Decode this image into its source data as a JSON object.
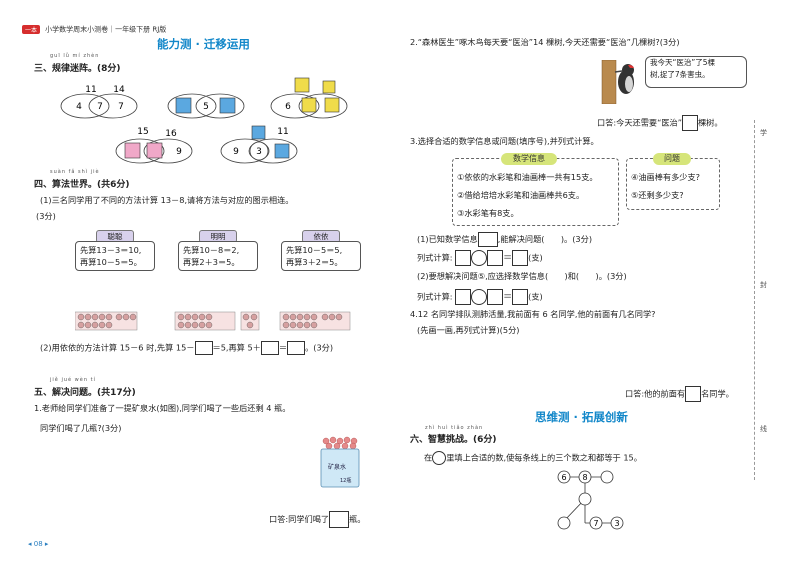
{
  "header": {
    "logo": "一本",
    "title": "小学数学周末小测卷｜一年级下册 RJ版"
  },
  "titles": {
    "left": "能力测 · 迁移运用",
    "right": "思维测 · 拓展创新"
  },
  "section3": {
    "pinyin": "guī lǜ mí zhèn",
    "title": "三、规律迷阵。(8分)",
    "v1": {
      "top_left": "11",
      "top_right": "14",
      "left": "4",
      "mid": "7",
      "right": "7"
    },
    "v2": {
      "mid": "5"
    },
    "v3": {
      "left": "6"
    },
    "v4": {
      "top_left": "15",
      "top_right": "16",
      "right": "9"
    },
    "v5": {
      "top_right": "11",
      "left": "9",
      "mid": "3"
    }
  },
  "section4": {
    "pinyin": "suàn fǎ shì jiè",
    "title": "四、算法世界。(共6分)",
    "q1": "(1)三名同学用了不同的方法计算 13－8,请将方法与对应的图示相连。",
    "q1_score": "(3分)",
    "cards": [
      {
        "name": "聪聪",
        "l1": "先算13－3＝10,",
        "l2": "再算10－5＝5。"
      },
      {
        "name": "明明",
        "l1": "先算10－8＝2,",
        "l2": "再算2＋3＝5。"
      },
      {
        "name": "依依",
        "l1": "先算10－5＝5,",
        "l2": "再算3＋2＝5。"
      }
    ],
    "q2_a": "(2)用依依的方法计算 15－6 时,先算 15－",
    "q2_b": "＝5,再算 5＋",
    "q2_c": "＝",
    "q2_d": "。(3分)"
  },
  "section5": {
    "pinyin": "jiě jué wèn tí",
    "title": "五、解决问题。(共17分)",
    "q1_l1": "1.老师给同学们准备了一提矿泉水(如图),同学们喝了一些后还剩 4 瓶。",
    "q1_l2": "同学们喝了几瓶?(3分)",
    "water_label": "矿泉水",
    "water_count": "12瓶",
    "q1_answer_a": "口答:同学们喝了",
    "q1_answer_b": "瓶。"
  },
  "right": {
    "q2_text": "2.“森林医生”啄木鸟每天要“医治”14 棵树,今天还需要“医治”几棵树?(3分)",
    "bird_speech_l1": "我今天“医治”了5棵",
    "bird_speech_l2": "树,捉了7条害虫。",
    "q2_answer_a": "口答:今天还需要“医治”",
    "q2_answer_b": "棵树。",
    "q3_text": "3.选择合适的数学信息或问题(填序号),并列式计算。",
    "info_title": "数学信息",
    "info": [
      "①依依的水彩笔和油画棒一共有15支。",
      "②借给培培水彩笔和油画棒共6支。",
      "③水彩笔有8支。"
    ],
    "question_title": "问题",
    "questions": [
      "④油画棒有多少支?",
      "⑤还剩多少支?"
    ],
    "q3_1": "(1)已知数学信息",
    "q3_1b": ",能解决问题(　　)。(3分)",
    "calc_label": "列式计算:",
    "unit": "(支)",
    "q3_2": "(2)要想解决问题⑤,应选择数学信息(　　)和(　　)。(3分)",
    "q4_l1": "4.12 名同学排队测肺活量,我前面有 6 名同学,他的前面有几名同学?",
    "q4_l2": "(先画一画,再列式计算)(5分)",
    "q4_answer_a": "口答:他的前面有",
    "q4_answer_b": "名同学。"
  },
  "section6": {
    "pinyin": "zhì huì tiǎo zhàn",
    "title": "六、智慧挑战。(6分)",
    "prompt_a": "在",
    "prompt_b": "里填上合适的数,使每条线上的三个数之和都等于 15。",
    "n1": "6",
    "n2": "8",
    "n3": "7",
    "n4": "3"
  },
  "page_number": "08",
  "side_margin": [
    "学",
    "封",
    "线"
  ]
}
